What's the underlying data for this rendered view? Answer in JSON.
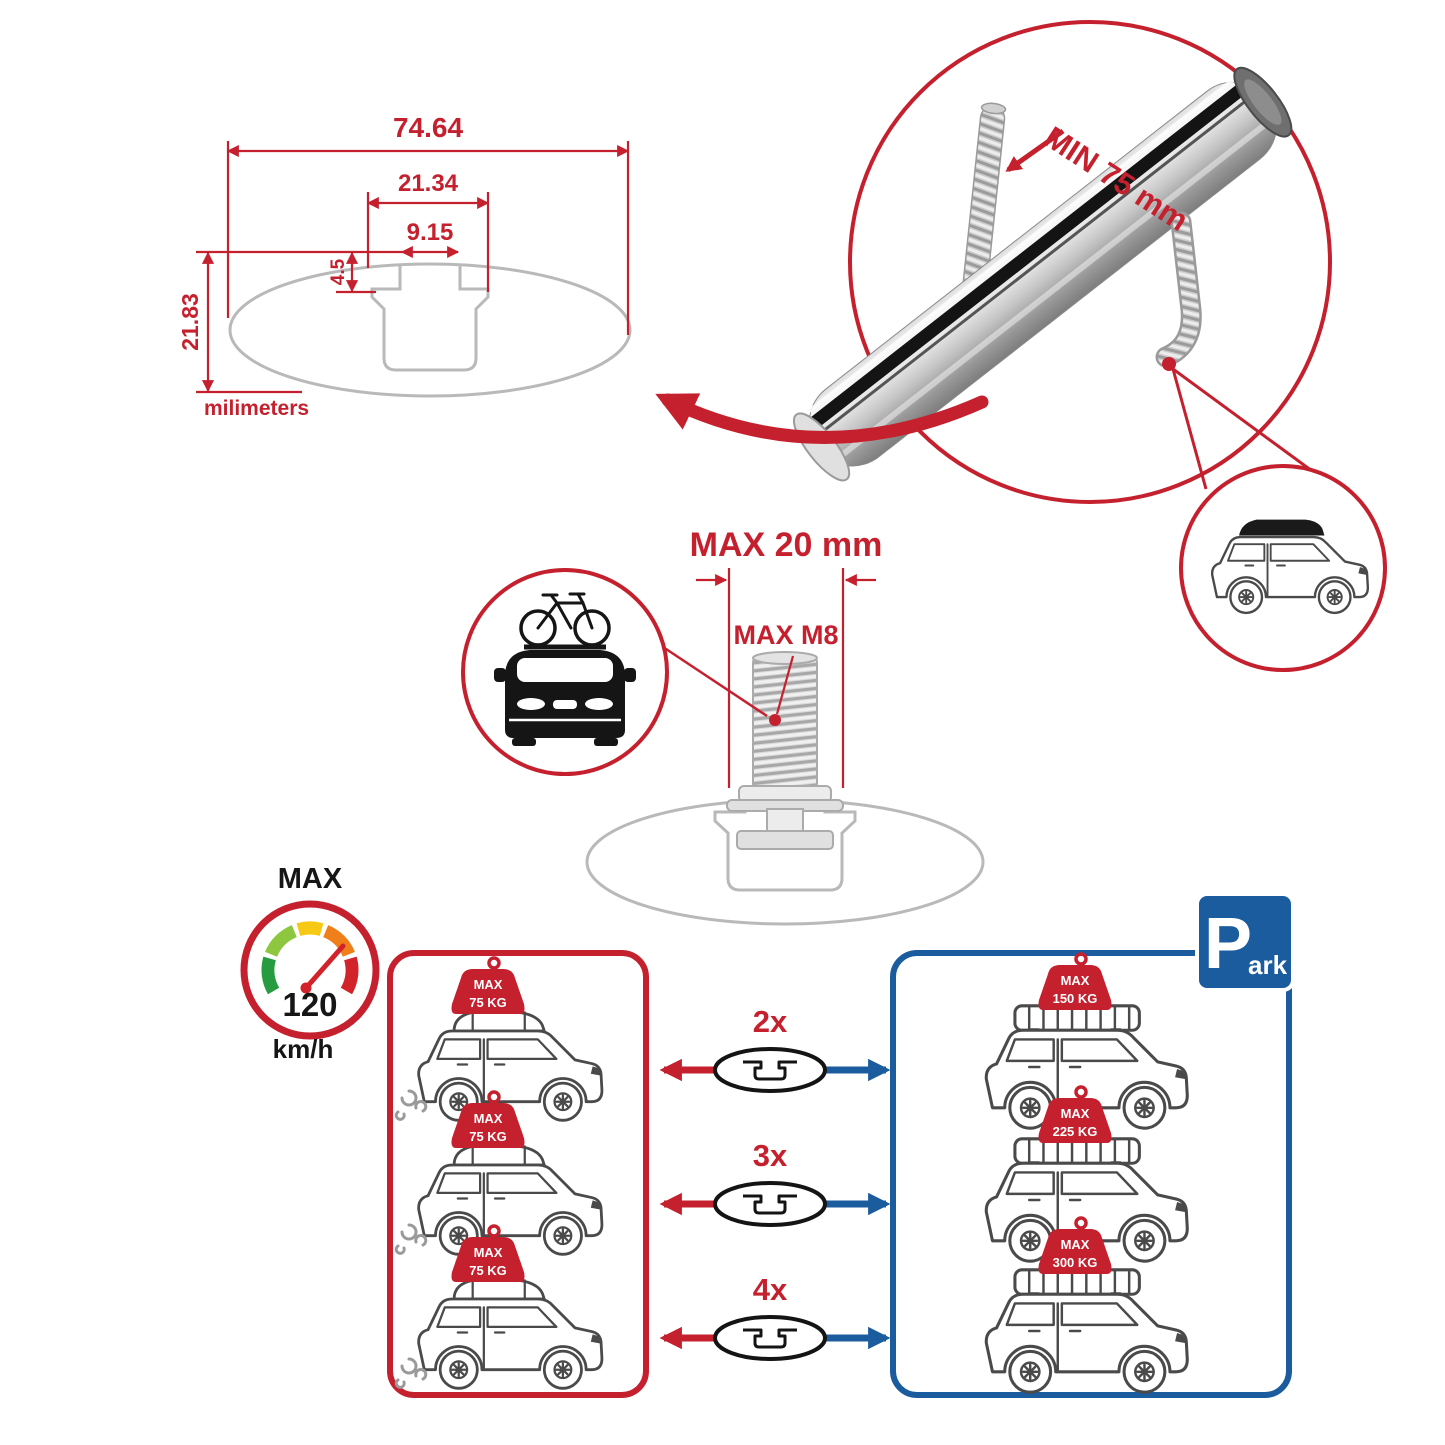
{
  "colors": {
    "red": "#c5202e",
    "blue": "#1b5c9e",
    "gray": "#b9b9b9",
    "dark": "#3f3f3f"
  },
  "dimension_diagram": {
    "total_width": "74.64",
    "flange_width": "21.34",
    "slot_width": "9.15",
    "slot_depth": "4.5",
    "total_height": "21.83",
    "units_label": "milimeters"
  },
  "bar_detail": {
    "clamp_min_label": "MIN 75 mm"
  },
  "bolt_detail": {
    "max_length_label": "MAX 20 mm",
    "max_thread_label": "MAX M8"
  },
  "speed_gauge": {
    "title": "MAX",
    "value": "120",
    "unit": "km/h"
  },
  "driving_panel": {
    "cars": [
      {
        "max_label": "MAX",
        "load_label": "75 KG"
      },
      {
        "max_label": "MAX",
        "load_label": "75 KG"
      },
      {
        "max_label": "MAX",
        "load_label": "75 KG"
      }
    ]
  },
  "crossbar_options": [
    {
      "count_label": "2x"
    },
    {
      "count_label": "3x"
    },
    {
      "count_label": "4x"
    }
  ],
  "parking_panel": {
    "cars": [
      {
        "max_label": "MAX",
        "load_label": "150 KG"
      },
      {
        "max_label": "MAX",
        "load_label": "225 KG"
      },
      {
        "max_label": "MAX",
        "load_label": "300 KG"
      }
    ],
    "park_sign": {
      "letter": "P",
      "suffix": "ark"
    }
  }
}
